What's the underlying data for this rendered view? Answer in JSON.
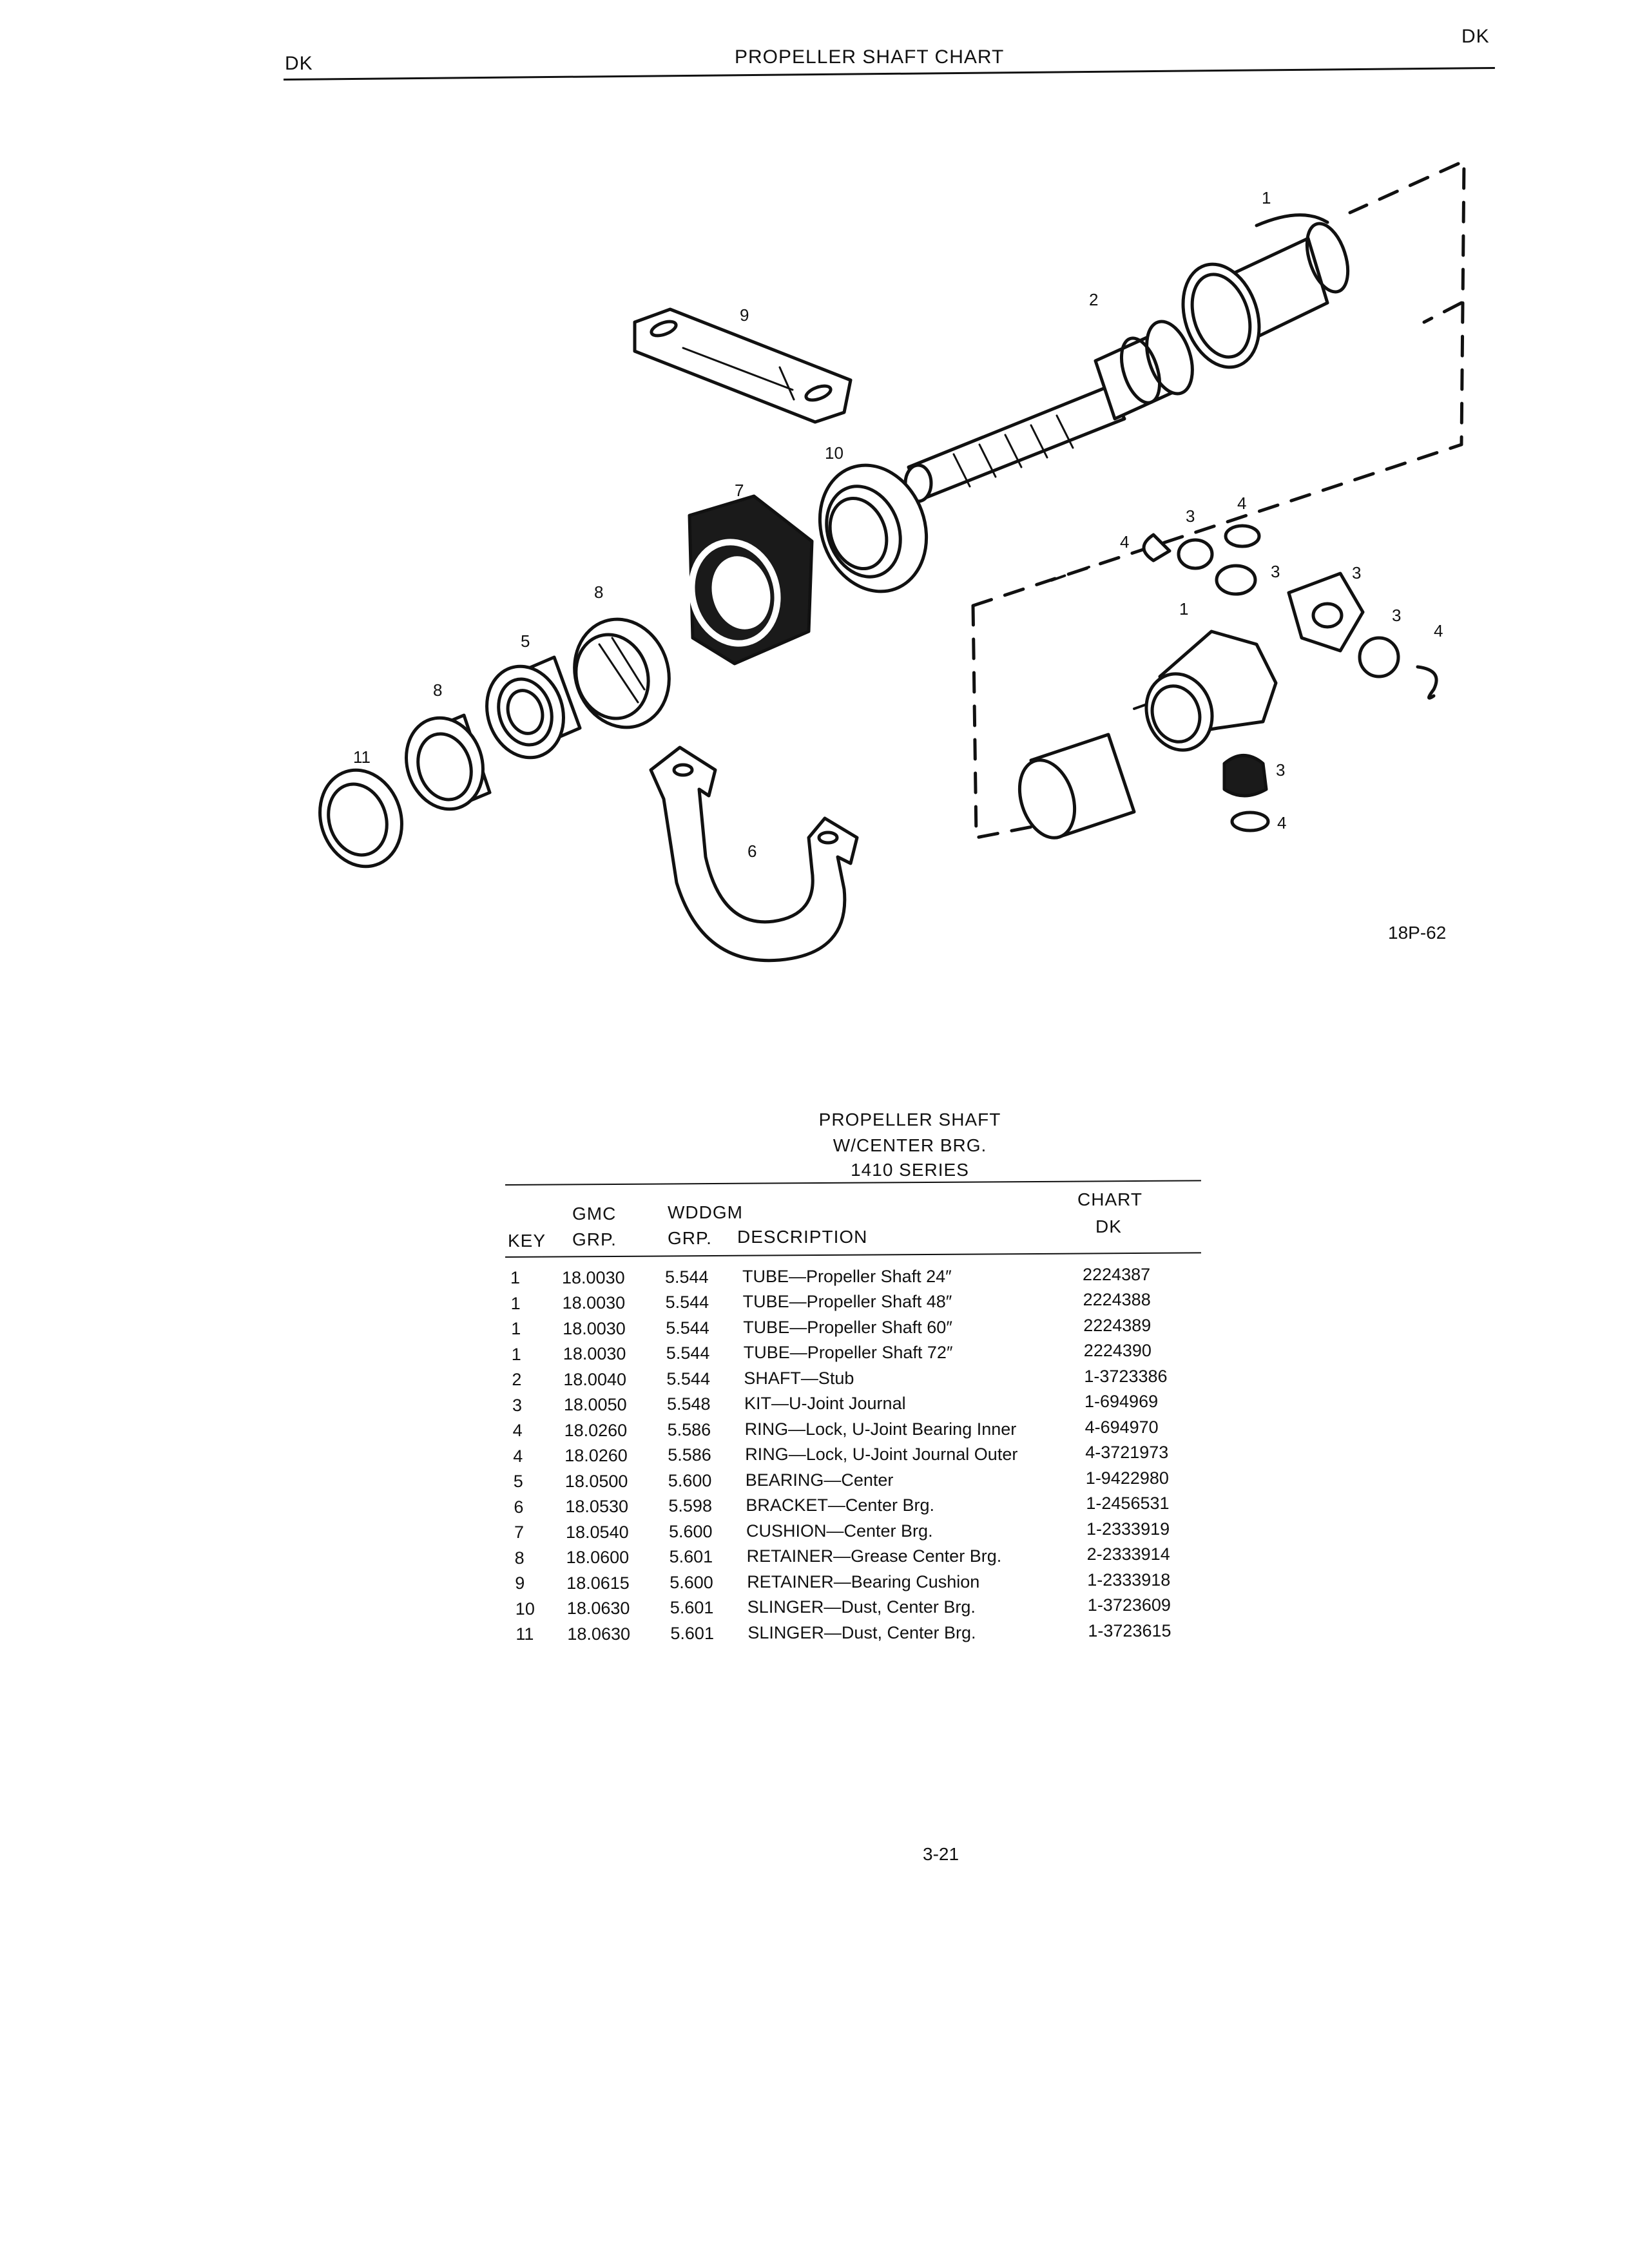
{
  "header": {
    "left_code": "DK",
    "title": "PROPELLER SHAFT CHART",
    "right_code": "DK"
  },
  "diagram": {
    "figure_ref": "18P-62",
    "callouts": [
      "1",
      "2",
      "9",
      "10",
      "7",
      "3",
      "4",
      "4",
      "3",
      "3",
      "1",
      "3",
      "4",
      "8",
      "5",
      "8",
      "11",
      "6",
      "3",
      "4"
    ]
  },
  "table": {
    "title_lines": [
      "PROPELLER SHAFT",
      "W/CENTER BRG.",
      "1410 SERIES"
    ],
    "headers": {
      "key": "KEY",
      "gmc_top": "GMC",
      "gmc_bottom": "GRP.",
      "wddgm_top": "WDDGM",
      "wddgm_bottom": "GRP.",
      "description": "DESCRIPTION",
      "chart_top": "CHART",
      "chart_bottom": "DK"
    },
    "rows": [
      {
        "key": "1",
        "gmc": "18.0030",
        "wddgm": "5.544",
        "desc": "TUBE—Propeller Shaft 24″",
        "part": "2224387"
      },
      {
        "key": "1",
        "gmc": "18.0030",
        "wddgm": "5.544",
        "desc": "TUBE—Propeller Shaft 48″",
        "part": "2224388"
      },
      {
        "key": "1",
        "gmc": "18.0030",
        "wddgm": "5.544",
        "desc": "TUBE—Propeller Shaft 60″",
        "part": "2224389"
      },
      {
        "key": "1",
        "gmc": "18.0030",
        "wddgm": "5.544",
        "desc": "TUBE—Propeller Shaft 72″",
        "part": "2224390"
      },
      {
        "key": "2",
        "gmc": "18.0040",
        "wddgm": "5.544",
        "desc": "SHAFT—Stub",
        "part": "1-3723386"
      },
      {
        "key": "3",
        "gmc": "18.0050",
        "wddgm": "5.548",
        "desc": "KIT—U-Joint Journal",
        "part": "1-694969"
      },
      {
        "key": "4",
        "gmc": "18.0260",
        "wddgm": "5.586",
        "desc": "RING—Lock, U-Joint Bearing Inner",
        "part": "4-694970"
      },
      {
        "key": "4",
        "gmc": "18.0260",
        "wddgm": "5.586",
        "desc": "RING—Lock, U-Joint Journal Outer",
        "part": "4-3721973"
      },
      {
        "key": "5",
        "gmc": "18.0500",
        "wddgm": "5.600",
        "desc": "BEARING—Center",
        "part": "1-9422980"
      },
      {
        "key": "6",
        "gmc": "18.0530",
        "wddgm": "5.598",
        "desc": "BRACKET—Center Brg.",
        "part": "1-2456531"
      },
      {
        "key": "7",
        "gmc": "18.0540",
        "wddgm": "5.600",
        "desc": "CUSHION—Center Brg.",
        "part": "1-2333919"
      },
      {
        "key": "8",
        "gmc": "18.0600",
        "wddgm": "5.601",
        "desc": "RETAINER—Grease Center Brg.",
        "part": "2-2333914"
      },
      {
        "key": "9",
        "gmc": "18.0615",
        "wddgm": "5.600",
        "desc": "RETAINER—Bearing Cushion",
        "part": "1-2333918"
      },
      {
        "key": "10",
        "gmc": "18.0630",
        "wddgm": "5.601",
        "desc": "SLINGER—Dust, Center Brg.",
        "part": "1-3723609"
      },
      {
        "key": "11",
        "gmc": "18.0630",
        "wddgm": "5.601",
        "desc": "SLINGER—Dust, Center Brg.",
        "part": "1-3723615"
      }
    ]
  },
  "footer": {
    "page_number": "3-21"
  }
}
